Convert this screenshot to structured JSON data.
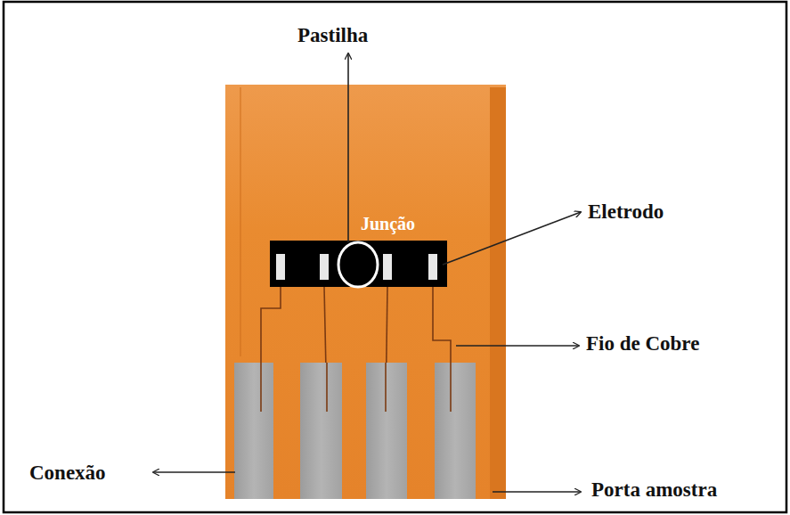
{
  "diagram": {
    "labels": [
      "Pastilha",
      "Junção",
      "Eletrodo",
      "Fio de Cobre",
      "Conexão",
      "Porta amostra"
    ]
  }
}
